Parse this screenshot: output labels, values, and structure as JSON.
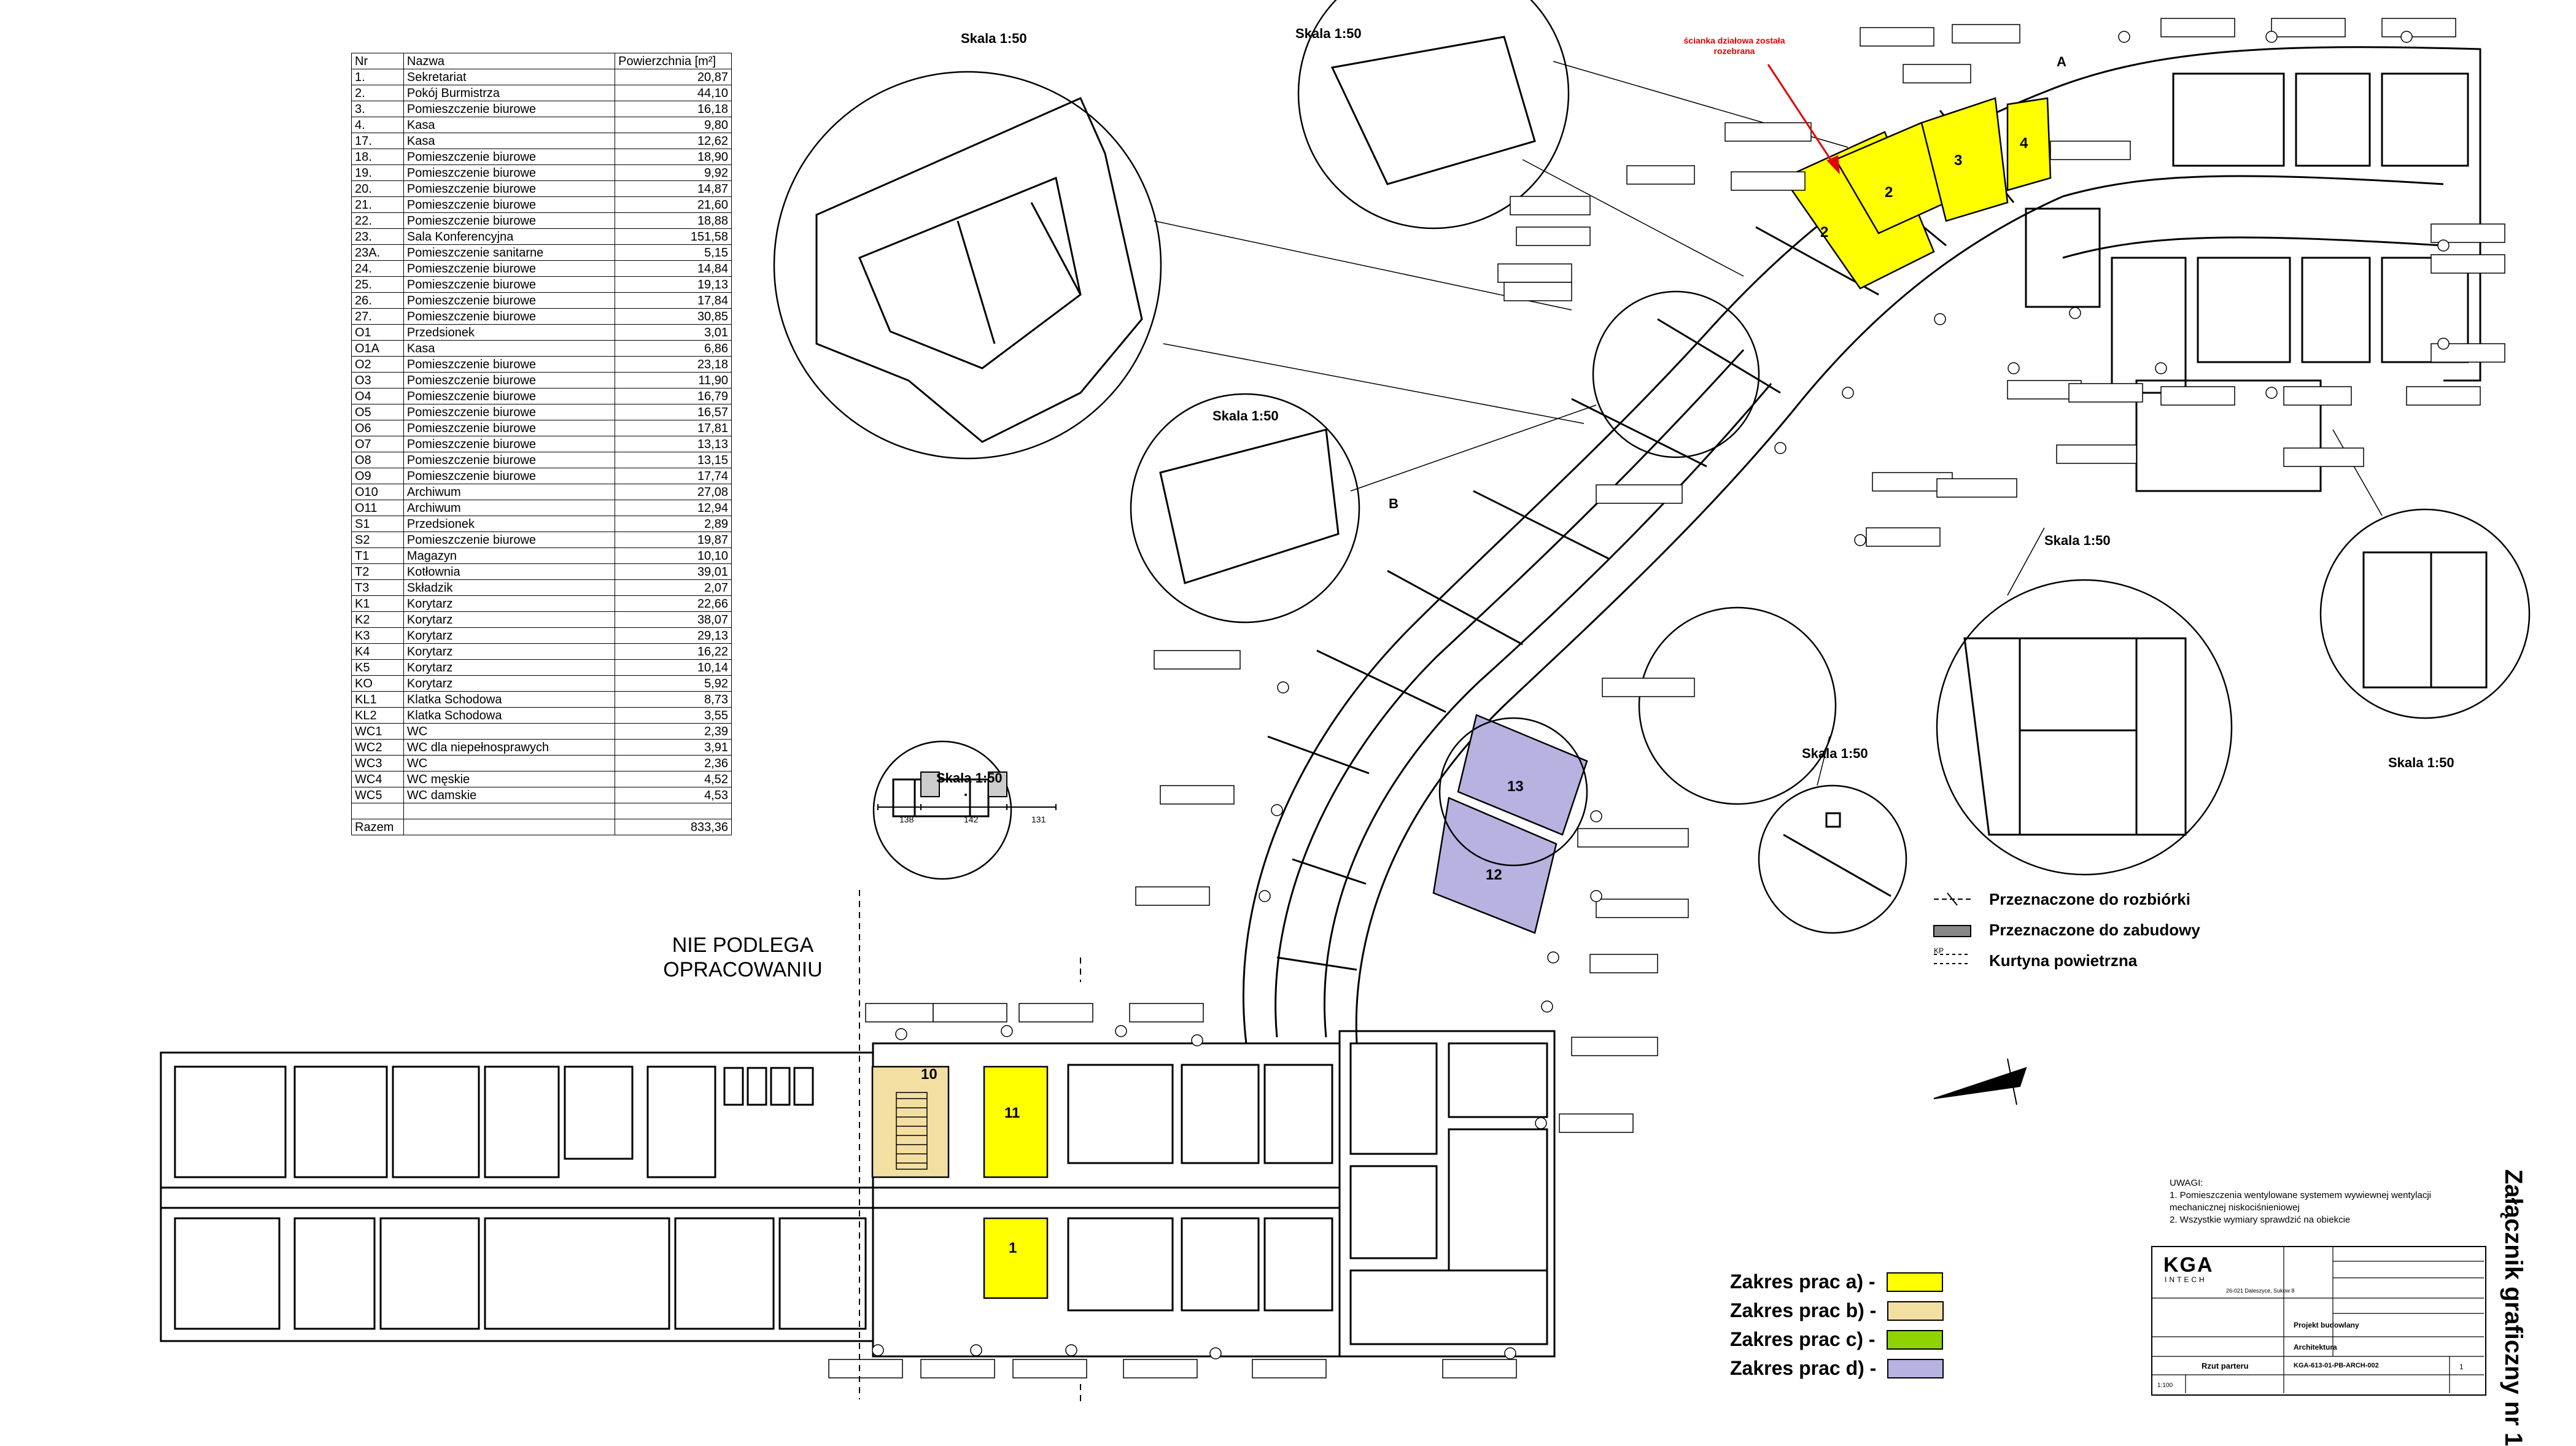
{
  "table": {
    "headers": [
      "Nr",
      "Nazwa",
      "Powierzchnia [m²]"
    ],
    "rows": [
      [
        "1.",
        "Sekretariat",
        "20,87"
      ],
      [
        "2.",
        "Pokój Burmistrza",
        "44,10"
      ],
      [
        "3.",
        "Pomieszczenie biurowe",
        "16,18"
      ],
      [
        "4.",
        "Kasa",
        "9,80"
      ],
      [
        "17.",
        "Kasa",
        "12,62"
      ],
      [
        "18.",
        "Pomieszczenie biurowe",
        "18,90"
      ],
      [
        "19.",
        "Pomieszczenie biurowe",
        "9,92"
      ],
      [
        "20.",
        "Pomieszczenie biurowe",
        "14,87"
      ],
      [
        "21.",
        "Pomieszczenie biurowe",
        "21,60"
      ],
      [
        "22.",
        "Pomieszczenie biurowe",
        "18,88"
      ],
      [
        "23.",
        "Sala Konferencyjna",
        "151,58"
      ],
      [
        "23A.",
        "Pomieszczenie sanitarne",
        "5,15"
      ],
      [
        "24.",
        "Pomieszczenie biurowe",
        "14,84"
      ],
      [
        "25.",
        "Pomieszczenie biurowe",
        "19,13"
      ],
      [
        "26.",
        "Pomieszczenie biurowe",
        "17,84"
      ],
      [
        "27.",
        "Pomieszczenie biurowe",
        "30,85"
      ],
      [
        "O1",
        "Przedsionek",
        "3,01"
      ],
      [
        "O1A",
        "Kasa",
        "6,86"
      ],
      [
        "O2",
        "Pomieszczenie biurowe",
        "23,18"
      ],
      [
        "O3",
        "Pomieszczenie biurowe",
        "11,90"
      ],
      [
        "O4",
        "Pomieszczenie biurowe",
        "16,79"
      ],
      [
        "O5",
        "Pomieszczenie biurowe",
        "16,57"
      ],
      [
        "O6",
        "Pomieszczenie biurowe",
        "17,81"
      ],
      [
        "O7",
        "Pomieszczenie biurowe",
        "13,13"
      ],
      [
        "O8",
        "Pomieszczenie biurowe",
        "13,15"
      ],
      [
        "O9",
        "Pomieszczenie biurowe",
        "17,74"
      ],
      [
        "O10",
        "Archiwum",
        "27,08"
      ],
      [
        "O11",
        "Archiwum",
        "12,94"
      ],
      [
        "S1",
        "Przedsionek",
        "2,89"
      ],
      [
        "S2",
        "Pomieszczenie biurowe",
        "19,87"
      ],
      [
        "T1",
        "Magazyn",
        "10,10"
      ],
      [
        "T2",
        "Kotłownia",
        "39,01"
      ],
      [
        "T3",
        "Składzik",
        "2,07"
      ],
      [
        "K1",
        "Korytarz",
        "22,66"
      ],
      [
        "K2",
        "Korytarz",
        "38,07"
      ],
      [
        "K3",
        "Korytarz",
        "29,13"
      ],
      [
        "K4",
        "Korytarz",
        "16,22"
      ],
      [
        "K5",
        "Korytarz",
        "10,14"
      ],
      [
        "KO",
        "Korytarz",
        "5,92"
      ],
      [
        "KL1",
        "Klatka Schodowa",
        "8,73"
      ],
      [
        "KL2",
        "Klatka Schodowa",
        "3,55"
      ],
      [
        "WC1",
        "WC",
        "2,39"
      ],
      [
        "WC2",
        "WC dla niepełnosprawych",
        "3,91"
      ],
      [
        "WC3",
        "WC",
        "2,36"
      ],
      [
        "WC4",
        "WC męskie",
        "4,52"
      ],
      [
        "WC5",
        "WC damskie",
        "4,53"
      ]
    ],
    "total_label": "Razem",
    "total_value": "833,36"
  },
  "excluded_label_line1": "NIE PODLEGA",
  "excluded_label_line2": "OPRACOWANIU",
  "scale_label": "Skala 1:50",
  "red_note": "ścianka działowa została rozebrana",
  "room_numbers": {
    "r1": "1",
    "r2a": "2",
    "r2b": "2",
    "r3": "3",
    "r4": "4",
    "r10": "10",
    "r11": "11",
    "r12": "12",
    "r13": "13"
  },
  "axis_letters": {
    "a": "A",
    "b": "B"
  },
  "kp_mark": "KP",
  "legend": {
    "demolition": "Przeznaczone do rozbiórki",
    "construction": "Przeznaczone do zabudowy",
    "air_curtain": "Kurtyna powietrzna"
  },
  "scopes": [
    {
      "label": "Zakres prac a) -",
      "color": "#ffff00"
    },
    {
      "label": "Zakres prac b) -",
      "color": "#f3dfa2"
    },
    {
      "label": "Zakres prac c) -",
      "color": "#8fd400"
    },
    {
      "label": "Zakres prac d) -",
      "color": "#b8b2e0"
    }
  ],
  "vertical_title": "Załącznik graficzny nr 1",
  "notes": {
    "heading": "UWAGI:",
    "line1": "1. Pomieszczenia wentylowane systemem wywiewnej wentylacji mechanicznej niskociśnieniowej",
    "line2": "2. Wszystkie wymiary sprawdzić na obiekcie"
  },
  "title_block": {
    "logo": "KGA",
    "logo_sub": "INTECH",
    "address": "26-021 Daleszyce, Sukow 8",
    "drawing_title": "Rzut parteru",
    "project_type": "Projekt budowlany",
    "branch": "Architektura",
    "drawing_number": "KGA-613-01-PB-ARCH-002",
    "sheet": "1",
    "scale": "1:100"
  },
  "dims": {
    "d1": "138",
    "d2": "142",
    "d3": "131"
  },
  "colors": {
    "yellow": "#ffff00",
    "beige": "#f3dfa2",
    "lavender": "#b8b2e0",
    "red": "#e00000",
    "line": "#000000"
  }
}
